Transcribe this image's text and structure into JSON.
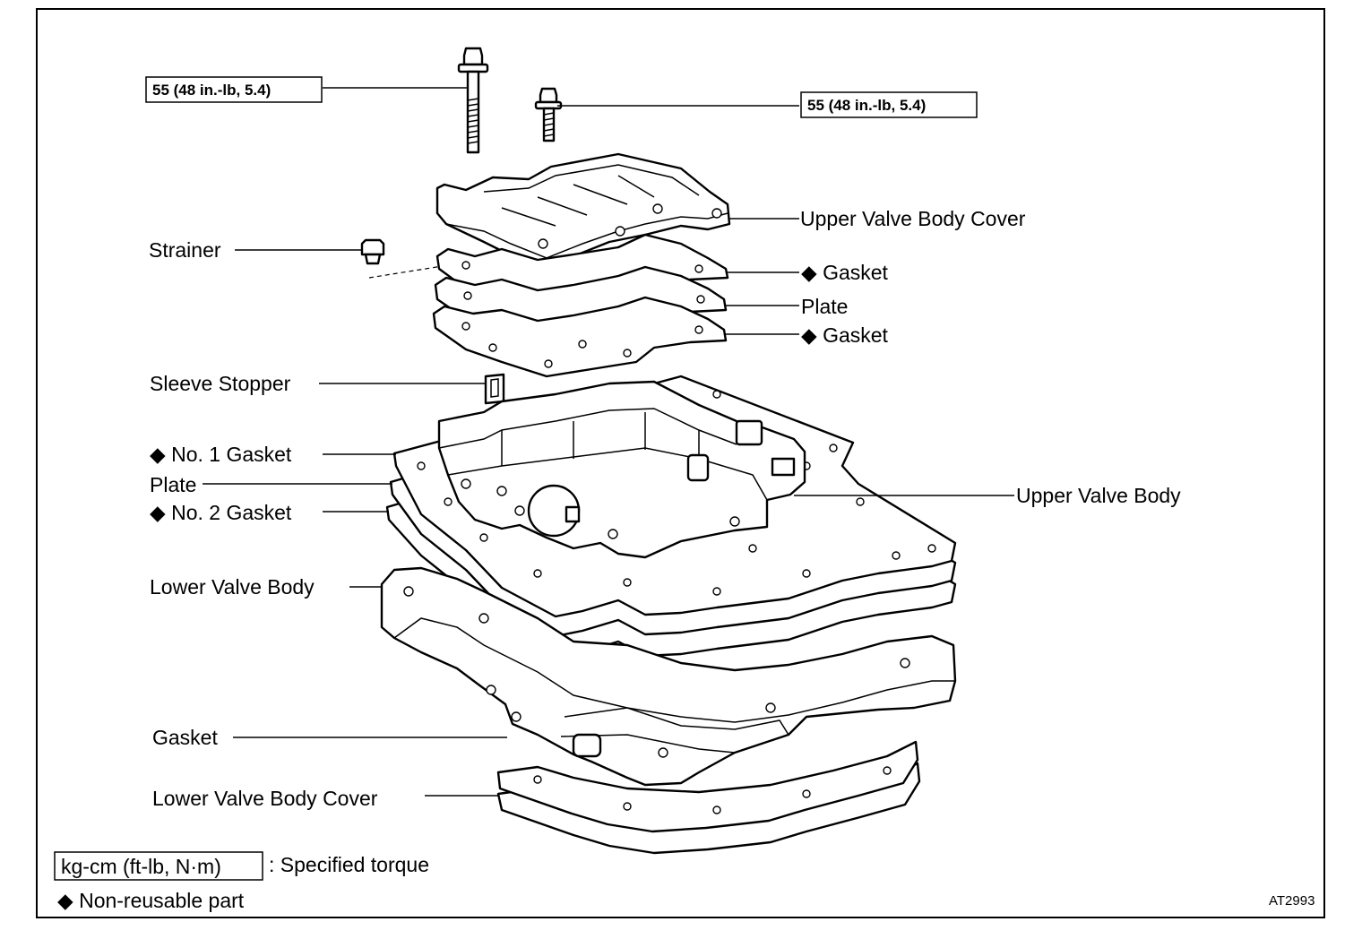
{
  "torque_top_left": "55 (48 in.-lb, 5.4)",
  "torque_top_right": "55 (48 in.-lb, 5.4)",
  "labels": {
    "upper_valve_body_cover": "Upper Valve Body Cover",
    "strainer": "Strainer",
    "gasket_upper_1": "◆ Gasket",
    "plate_upper": "Plate",
    "gasket_upper_2": "◆ Gasket",
    "sleeve_stopper": "Sleeve Stopper",
    "no1_gasket": "◆ No. 1 Gasket",
    "plate_middle": "Plate",
    "no2_gasket": "◆ No. 2 Gasket",
    "upper_valve_body": "Upper Valve Body",
    "lower_valve_body": "Lower Valve Body",
    "gasket_lower": "Gasket",
    "lower_valve_body_cover": "Lower Valve Body Cover"
  },
  "legend": {
    "torque_unit": "kg-cm (ft-lb, N·m)",
    "torque_text": ": Specified torque",
    "non_reusable": "◆ Non-reusable part"
  },
  "figure_code": "AT2993"
}
